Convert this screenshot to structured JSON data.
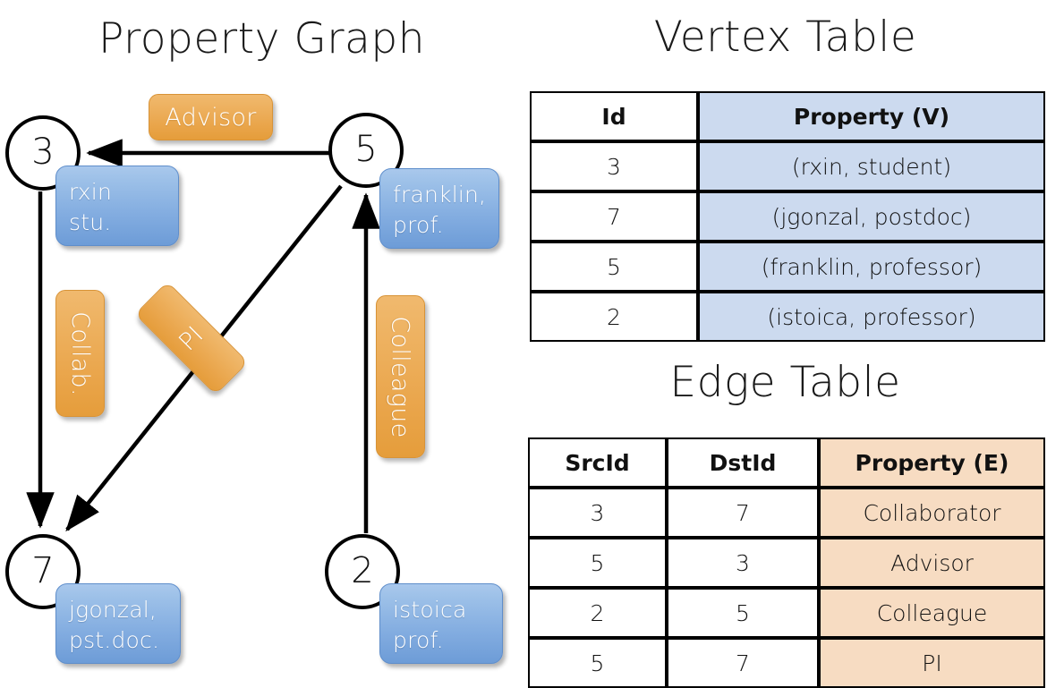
{
  "titles": {
    "property_graph": "Property Graph",
    "vertex_table": "Vertex Table",
    "edge_table": "Edge Table"
  },
  "graph": {
    "nodes": [
      {
        "id": "3",
        "property_label": [
          "rxin",
          "stu."
        ]
      },
      {
        "id": "5",
        "property_label": [
          "franklin,",
          "prof."
        ]
      },
      {
        "id": "7",
        "property_label": [
          "jgonzal,",
          "pst.doc."
        ]
      },
      {
        "id": "2",
        "property_label": [
          "istoica",
          "prof."
        ]
      }
    ],
    "edge_labels": {
      "advisor": "Advisor",
      "collab": "Collab.",
      "pi": "PI",
      "colleague": "Colleague"
    },
    "edges": [
      {
        "from": "5",
        "to": "3",
        "label": "Advisor"
      },
      {
        "from": "3",
        "to": "7",
        "label": "Collab."
      },
      {
        "from": "5",
        "to": "7",
        "label": "PI"
      },
      {
        "from": "2",
        "to": "5",
        "label": "Colleague"
      }
    ]
  },
  "vertex_table": {
    "headers": [
      "Id",
      "Property (V)"
    ],
    "rows": [
      {
        "id": "3",
        "property": "(rxin, student)"
      },
      {
        "id": "7",
        "property": "(jgonzal, postdoc)"
      },
      {
        "id": "5",
        "property": "(franklin, professor)"
      },
      {
        "id": "2",
        "property": "(istoica, professor)"
      }
    ]
  },
  "edge_table": {
    "headers": [
      "SrcId",
      "DstId",
      "Property (E)"
    ],
    "rows": [
      {
        "src": "3",
        "dst": "7",
        "property": "Collaborator"
      },
      {
        "src": "5",
        "dst": "3",
        "property": "Advisor"
      },
      {
        "src": "2",
        "dst": "5",
        "property": "Colleague"
      },
      {
        "src": "5",
        "dst": "7",
        "property": "PI"
      }
    ]
  },
  "colors": {
    "vertex_property_cell": "#ccdaef",
    "edge_property_cell": "#f7dcc2",
    "node_property_box": "#82ace0",
    "edge_label_box": "#e9a449",
    "stroke": "#000000",
    "background": "#ffffff"
  }
}
